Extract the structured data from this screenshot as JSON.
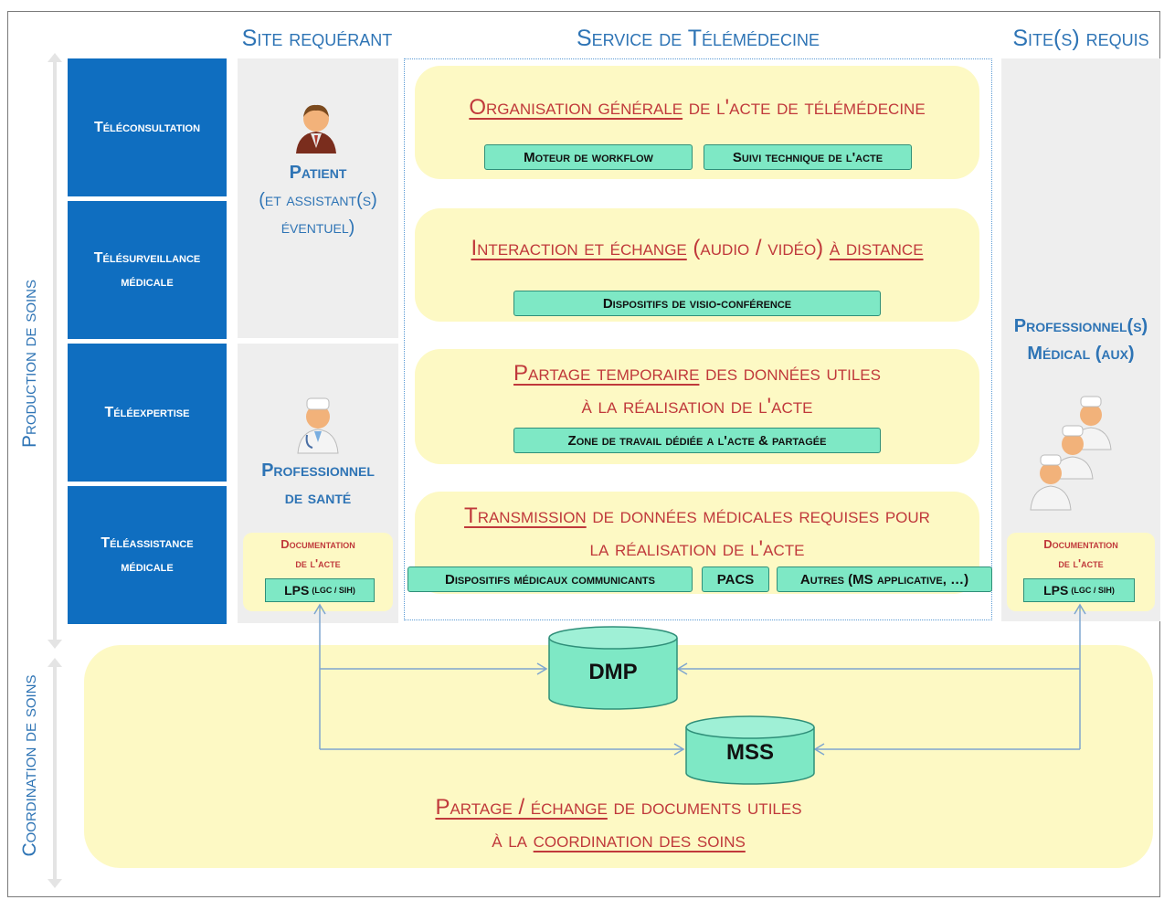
{
  "headers": {
    "site_requerant": "Site requérant",
    "service": "Service de Télémédecine",
    "sites_requis": "Site(s) requis"
  },
  "side_labels": {
    "production": "Production de soins",
    "coordination": "Coordination de soins"
  },
  "actes": {
    "a1": "Téléconsultation",
    "a2_l1": "Télésurveillance",
    "a2_l2": "médicale",
    "a3": "Téléexpertise",
    "a4_l1": "Téléassistance",
    "a4_l2": "médicale"
  },
  "patient": {
    "l1": "Patient",
    "l2": "(et assistant(s)",
    "l3": "éventuel)"
  },
  "professionnel": {
    "l1": "Professionnel",
    "l2": "de santé"
  },
  "professionnels_requis": {
    "l1": "Professionnel(s)",
    "l2": "Médical (aux)"
  },
  "documentation": {
    "l1": "Documentation",
    "l2": "de l'acte",
    "lps": "LPS",
    "lps_sub": "(LGC / SIH)"
  },
  "blocks": {
    "organisation": {
      "u1": "Organisation générale",
      "t1": " de l'acte de télémédecine",
      "btn1": "Moteur de workflow",
      "btn2": "Suivi technique de l'acte"
    },
    "interaction": {
      "u1": "Interaction et échange",
      "t1": " (audio / vidéo) ",
      "u2": "à distance",
      "btn1": "Dispositifs de visio-conférence"
    },
    "partage": {
      "u1": "Partage temporaire",
      "t1": " des données utiles",
      "l2": "à la réalisation de l'acte",
      "btn1": "Zone de travail dédiée a l'acte & partagée"
    },
    "transmission": {
      "u1": "Transmission",
      "t1": " de données médicales requises pour",
      "l2": "la réalisation de l'acte",
      "btn1": "Dispositifs médicaux communicants",
      "btn2": "PACS",
      "btn3": "Autres (MS applicative, …)"
    }
  },
  "databases": {
    "dmp": "DMP",
    "mss": "MSS"
  },
  "coordination": {
    "u1": "Partage / échange",
    "t1": " de documents utiles",
    "t2": "à la ",
    "u2": "coordination des soins"
  },
  "colors": {
    "blue_header": "#2e74b5",
    "acte_blue": "#0f6ec0",
    "yellow": "#fdf9c4",
    "green": "#7ee8c5",
    "red": "#c0393b"
  }
}
